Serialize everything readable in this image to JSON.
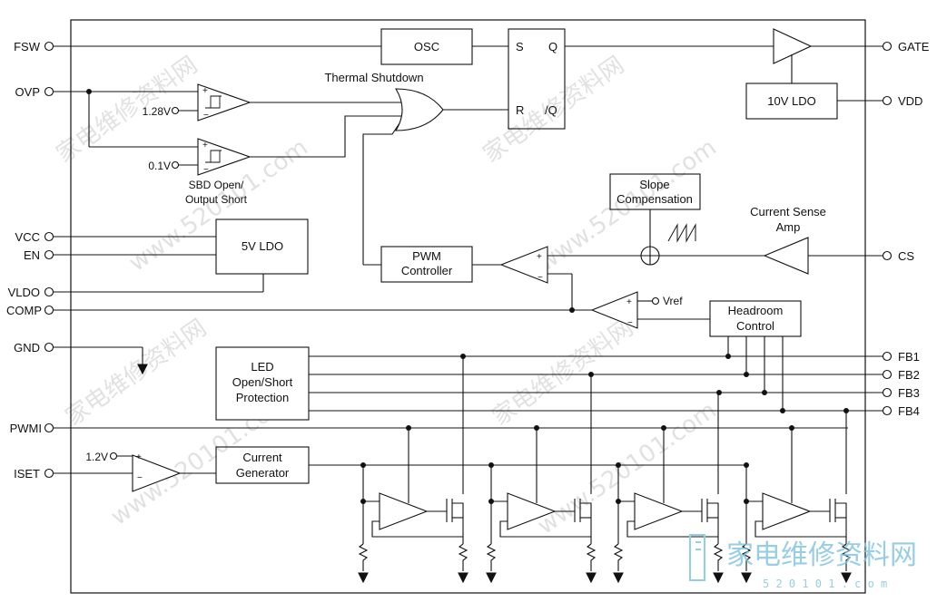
{
  "pins_left": {
    "fsw": "FSW",
    "ovp": "OVP",
    "vcc": "VCC",
    "en": "EN",
    "vldo": "VLDO",
    "comp": "COMP",
    "gnd": "GND",
    "pwmi": "PWMI",
    "iset": "ISET"
  },
  "pins_right": {
    "gate": "GATE",
    "vdd": "VDD",
    "cs": "CS",
    "fb1": "FB1",
    "fb2": "FB2",
    "fb3": "FB3",
    "fb4": "FB4"
  },
  "blocks": {
    "osc": "OSC",
    "latch_s": "S",
    "latch_r": "R",
    "latch_q": "Q",
    "latch_qn": "/Q",
    "ldo10": "10V LDO",
    "ldo5": "5V LDO",
    "pwm_line1": "PWM",
    "pwm_line2": "Controller",
    "slope_line1": "Slope",
    "slope_line2": "Compensation",
    "headroom_line1": "Headroom",
    "headroom_line2": "Control",
    "led_line1": "LED",
    "led_line2": "Open/Short",
    "led_line3": "Protection",
    "curgen_line1": "Current",
    "curgen_line2": "Generator"
  },
  "labels": {
    "thermal": "Thermal Shutdown",
    "v128": "1.28V",
    "v01": "0.1V",
    "sbd_line1": "SBD Open/",
    "sbd_line2": "Output Short",
    "csa_line1": "Current Sense",
    "csa_line2": "Amp",
    "vref": "Vref",
    "v12": "1.2V"
  },
  "watermarks": {
    "site": "www.520101.com",
    "cn": "家电维修资料网",
    "logo_cn": "家电维修资料网",
    "logo_url": "5 2 0 1 0 1 . c o m"
  }
}
